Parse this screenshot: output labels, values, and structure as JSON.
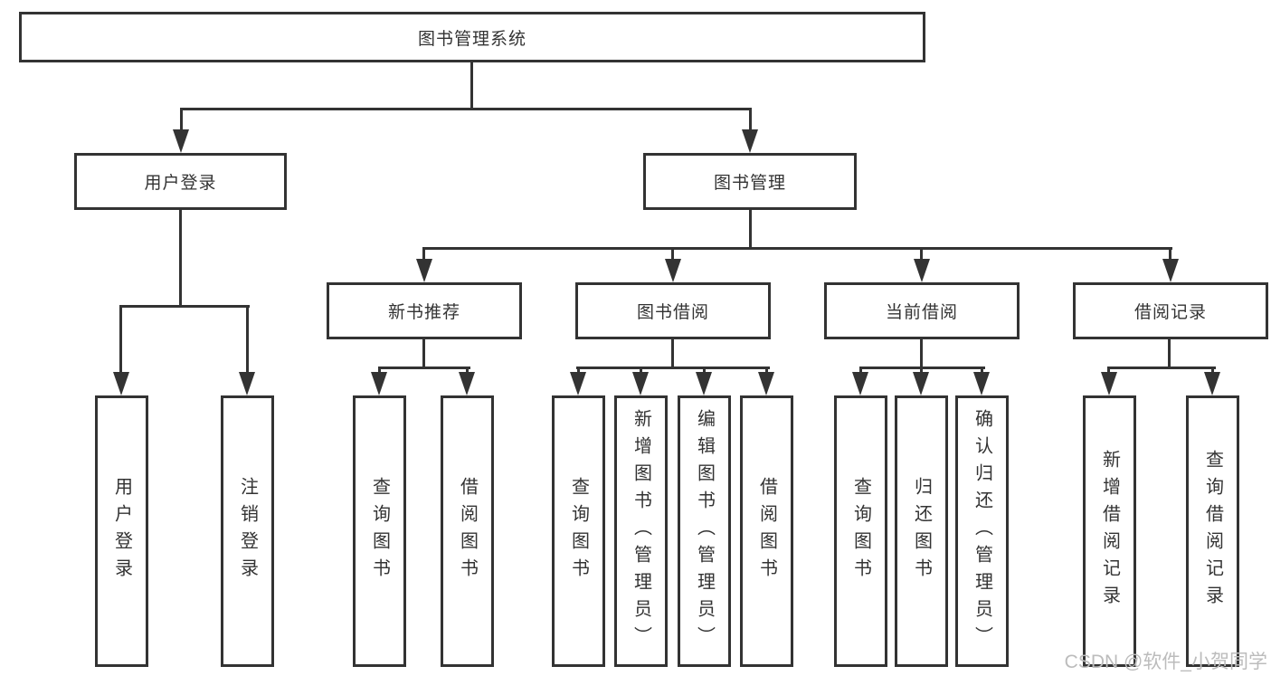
{
  "diagram": {
    "type": "tree",
    "title": "图书管理系统",
    "nodes": {
      "root": {
        "label": "图书管理系统"
      },
      "level2": [
        {
          "label": "用户登录",
          "parent": "图书管理系统"
        },
        {
          "label": "图书管理",
          "parent": "图书管理系统"
        }
      ],
      "level3": [
        {
          "label": "新书推荐",
          "parent": "图书管理"
        },
        {
          "label": "图书借阅",
          "parent": "图书管理"
        },
        {
          "label": "当前借阅",
          "parent": "图书管理"
        },
        {
          "label": "借阅记录",
          "parent": "图书管理"
        }
      ],
      "leaves": [
        {
          "label": "用户登录",
          "parent": "用户登录"
        },
        {
          "label": "注销登录",
          "parent": "用户登录"
        },
        {
          "label": "查询图书",
          "parent": "新书推荐"
        },
        {
          "label": "借阅图书",
          "parent": "新书推荐"
        },
        {
          "label": "查询图书",
          "parent": "图书借阅"
        },
        {
          "label": "新增图书（管理员）",
          "parent": "图书借阅"
        },
        {
          "label": "编辑图书（管理员）",
          "parent": "图书借阅"
        },
        {
          "label": "借阅图书",
          "parent": "图书借阅"
        },
        {
          "label": "查询图书",
          "parent": "当前借阅"
        },
        {
          "label": "归还图书",
          "parent": "当前借阅"
        },
        {
          "label": "确认归还（管理员）",
          "parent": "当前借阅"
        },
        {
          "label": "新增借阅记录",
          "parent": "借阅记录"
        },
        {
          "label": "查询借阅记录",
          "parent": "借阅记录"
        }
      ]
    },
    "watermark": "CSDN @软件_小贺同学"
  },
  "colors": {
    "line": "#333333",
    "text": "#333333",
    "watermark": "#bcbcbc",
    "background": "#ffffff"
  }
}
